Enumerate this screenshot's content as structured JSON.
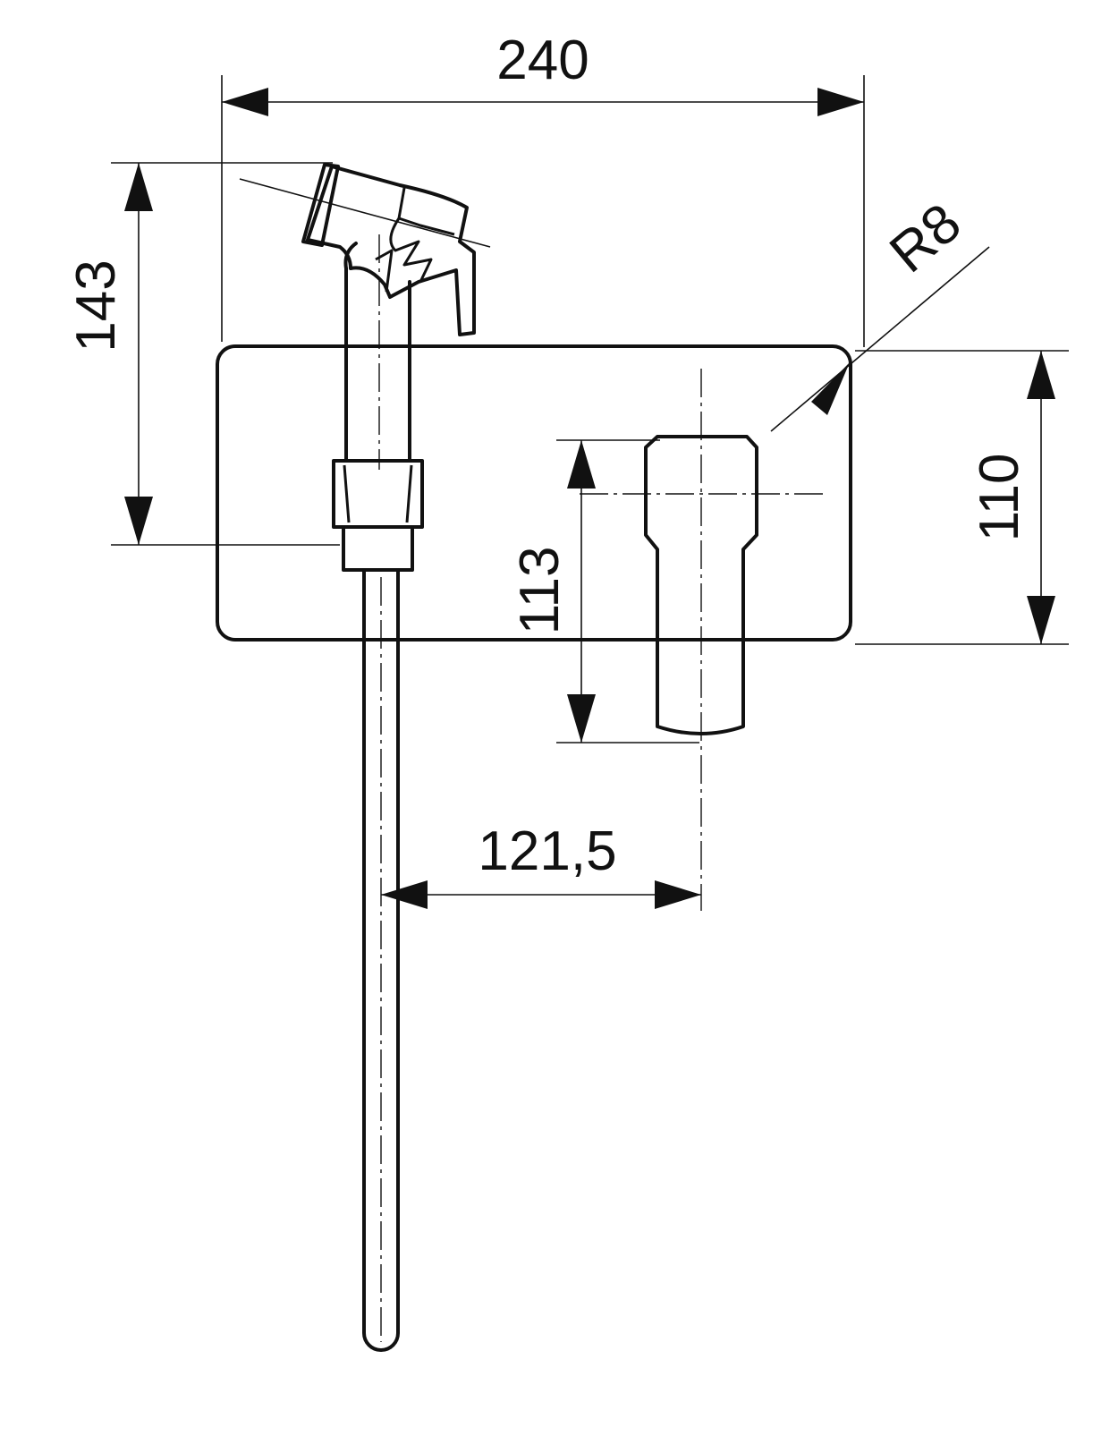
{
  "dimensions": {
    "overall_width": "240",
    "total_height": "143",
    "plate_height": "110",
    "handle_height": "113",
    "axis_distance": "121,5",
    "corner_radius": "R8"
  }
}
